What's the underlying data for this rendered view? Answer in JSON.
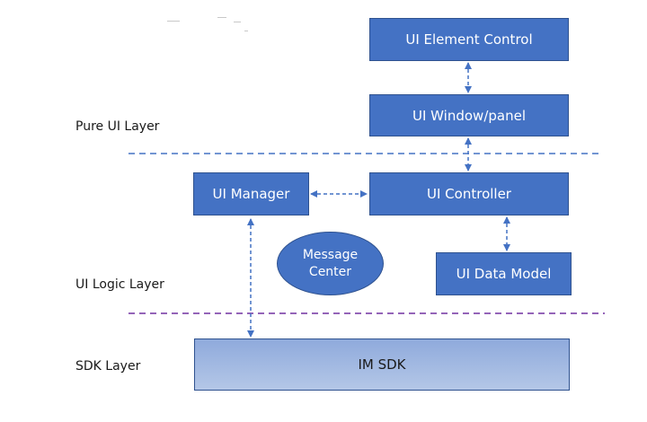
{
  "layers": {
    "pure_ui": "Pure UI Layer",
    "ui_logic": "UI Logic Layer",
    "sdk": "SDK Layer"
  },
  "nodes": {
    "ui_element_control": "UI Element Control",
    "ui_window_panel": "UI Window/panel",
    "ui_manager": "UI Manager",
    "ui_controller": "UI Controller",
    "message_center_line1": "Message",
    "message_center_line2": "Center",
    "ui_data_model": "UI Data Model",
    "im_sdk": "IM SDK"
  },
  "colors": {
    "box_fill": "#4472c4",
    "box_border": "#2f528f",
    "connector": "#4472c4",
    "pure_ui_divider": "#4472c4",
    "logic_divider": "#7030a0"
  }
}
